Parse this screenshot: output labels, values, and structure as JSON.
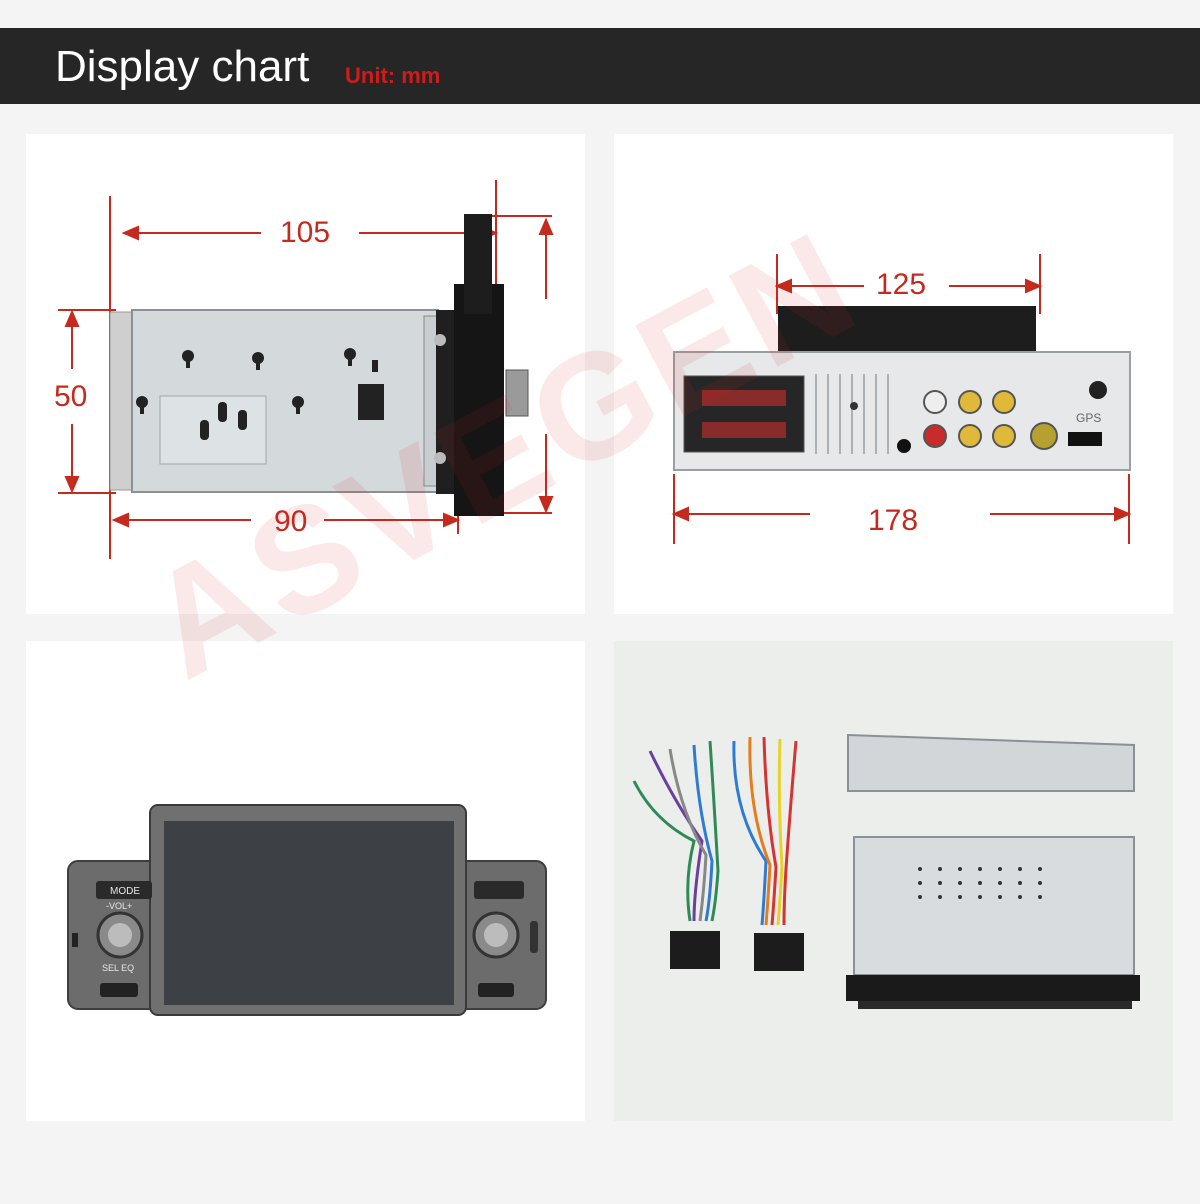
{
  "header": {
    "title": "Display chart",
    "unit": "Unit: mm"
  },
  "dimensions": {
    "side_length": "105",
    "side_height": "50",
    "side_depth": "90",
    "rear_chassis_width": "125",
    "rear_panel_width": "178"
  },
  "rear_panel": {
    "gps_label": "GPS"
  },
  "front_panel": {
    "mode_label": "MODE",
    "vol_label": "-VOL+",
    "sel_eq_label": "SEL EQ"
  },
  "watermark": "ASVEGEN"
}
